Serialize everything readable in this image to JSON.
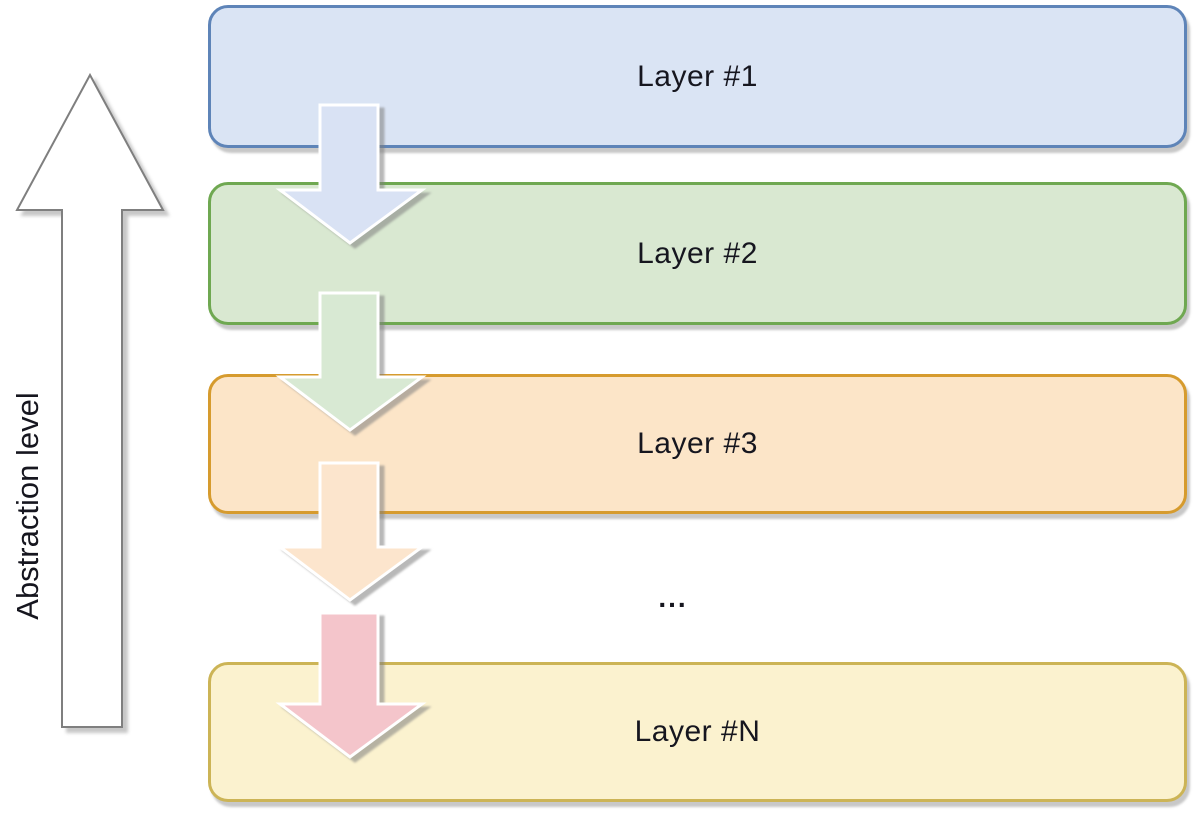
{
  "diagram_type": "layered-architecture",
  "axis": {
    "label": "Abstraction level",
    "arrow_fill": "#ffffff",
    "arrow_stroke": "#7f7f7f"
  },
  "layers": [
    {
      "name": "Layer #1",
      "fill": "#dae4f4",
      "border": "#5e84b8"
    },
    {
      "name": "Layer #2",
      "fill": "#d9e8d1",
      "border": "#6fa851"
    },
    {
      "name": "Layer #3",
      "fill": "#fce5c8",
      "border": "#d69b2e"
    },
    {
      "name": "Layer #N",
      "fill": "#fbf2cf",
      "border": "#ccb456"
    }
  ],
  "ellipsis": "...",
  "flow_arrows": [
    {
      "from": "Layer #1",
      "to": "Layer #2",
      "fill": "#d9e2f4"
    },
    {
      "from": "Layer #2",
      "to": "Layer #3",
      "fill": "#d8e9d3"
    },
    {
      "from": "Layer #3",
      "to": "ellipsis",
      "fill": "#fce5cd"
    },
    {
      "from": "ellipsis",
      "to": "Layer #N",
      "fill": "#f4c5cb"
    }
  ],
  "text_color": "#16161f"
}
